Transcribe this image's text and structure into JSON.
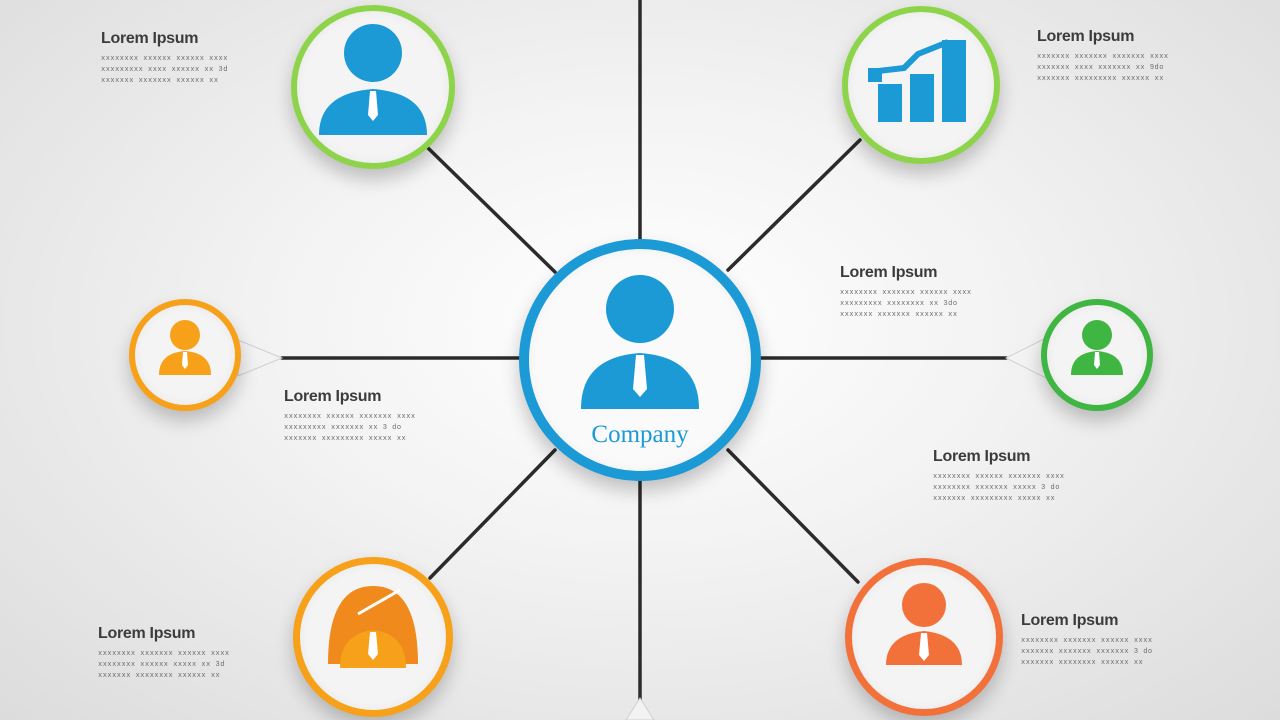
{
  "colors": {
    "blue": "#1b9ad6",
    "green_ring": "#8ed44a",
    "green": "#3fb542",
    "orange": "#f7a11a",
    "orange_dark": "#f08a1c",
    "orange_red": "#f2703a",
    "line": "#2b2b2b"
  },
  "center": {
    "label": "Company",
    "icon": "person-icon"
  },
  "nodes": [
    {
      "id": "top-left",
      "icon": "person-icon",
      "label": ""
    },
    {
      "id": "top-right",
      "icon": "bar-chart-icon",
      "label": ""
    },
    {
      "id": "mid-left",
      "icon": "person-icon",
      "label": ""
    },
    {
      "id": "mid-right",
      "icon": "person-icon",
      "label": ""
    },
    {
      "id": "bottom-left",
      "icon": "person-icon",
      "label": ""
    },
    {
      "id": "bottom-right",
      "icon": "person-icon",
      "label": ""
    }
  ],
  "text_blocks": [
    {
      "title": "Lorem Ipsum",
      "lines": [
        "xxxxxxxx xxxxxx xxxxxx xxxx",
        "xxxxxxxxx xxxx xxxxxx xx 3d",
        "xxxxxxx xxxxxxx xxxxxx xx"
      ]
    },
    {
      "title": "Lorem Ipsum",
      "lines": [
        "xxxxxxx xxxxxxx xxxxxxx xxxx",
        "xxxxxxx xxxx xxxxxxx xx 9do",
        "xxxxxxx xxxxxxxxx xxxxxx xx"
      ]
    },
    {
      "title": "Lorem Ipsum",
      "lines": [
        "xxxxxxxx xxxxxxx xxxxxx xxxx",
        "xxxxxxxxx xxxxxxxx xx 3do",
        "xxxxxxx xxxxxxx xxxxxx xx"
      ]
    },
    {
      "title": "Lorem Ipsum",
      "lines": [
        "xxxxxxxx xxxxxx xxxxxxx xxxx",
        "xxxxxxxxx xxxxxxx xx 3 do",
        "xxxxxxx xxxxxxxxx xxxxx xx"
      ]
    },
    {
      "title": "Lorem Ipsum",
      "lines": [
        "xxxxxxxx xxxxxx xxxxxxx xxxx",
        "xxxxxxxx xxxxxxx xxxxx 3 do",
        "xxxxxxx xxxxxxxxx xxxxx xx"
      ]
    },
    {
      "title": "Lorem Ipsum",
      "lines": [
        "xxxxxxxx xxxxxxx xxxxxx xxxx",
        "xxxxxxxx xxxxxx xxxxx xx 3d",
        "xxxxxxx xxxxxxxx xxxxxx xx"
      ]
    },
    {
      "title": "Lorem Ipsum",
      "lines": [
        "xxxxxxxx xxxxxxx xxxxxx xxxx",
        "xxxxxxx xxxxxxx xxxxxxx 3 do",
        "xxxxxxx xxxxxxxx xxxxxx xx"
      ]
    }
  ]
}
